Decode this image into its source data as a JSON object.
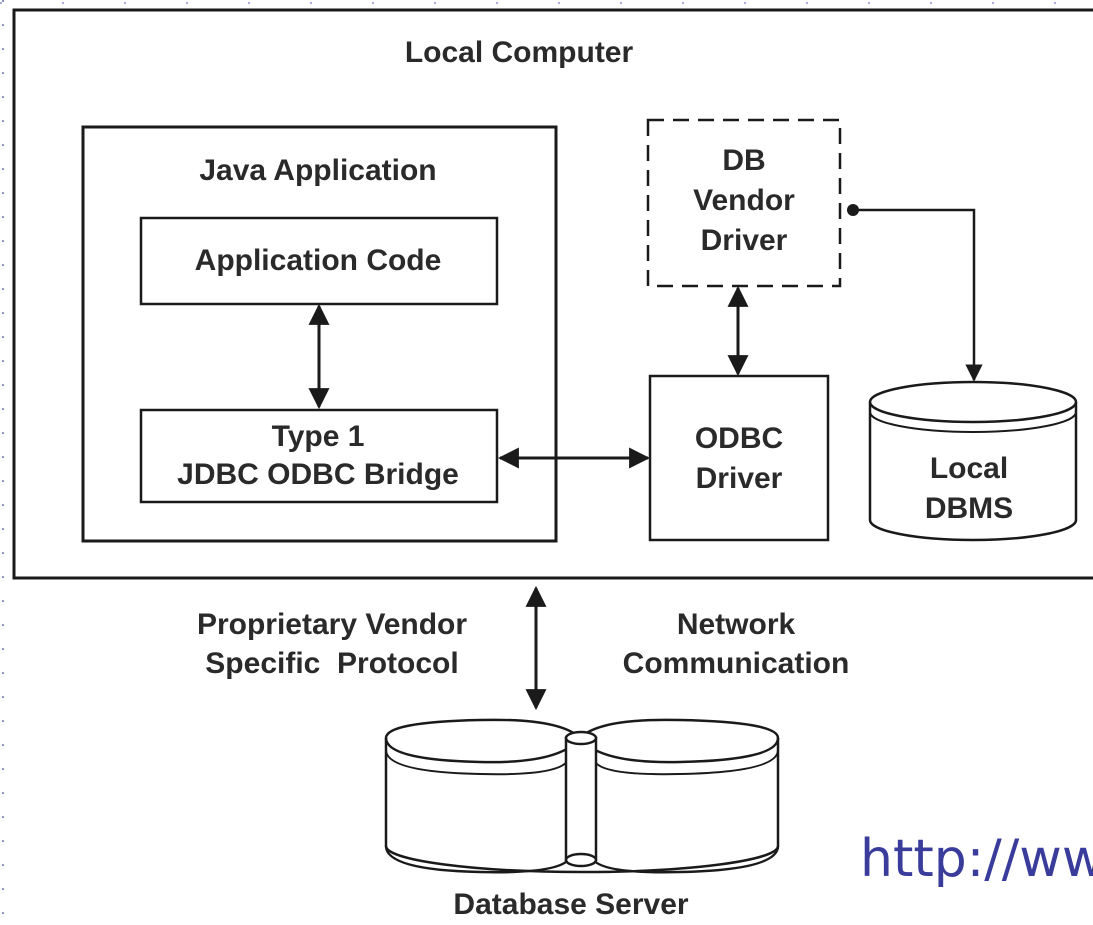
{
  "diagram": {
    "local_computer_label": "Local Computer",
    "java_application_label": "Java Application",
    "application_code_label": "Application Code",
    "bridge_label": [
      "Type 1",
      "JDBC ODBC Bridge"
    ],
    "db_vendor_driver_label": [
      "DB",
      "Vendor",
      "Driver"
    ],
    "odbc_driver_label": [
      "ODBC",
      "Driver"
    ],
    "local_dbms_label": [
      "Local",
      "DBMS"
    ],
    "protocol_label": [
      "Proprietary Vendor",
      "Specific  Protocol"
    ],
    "network_label": [
      "Network",
      "Communication"
    ],
    "database_server_label": "Database Server"
  },
  "footer": {
    "url_text": "http://ww"
  },
  "colors": {
    "stroke": "#1a1a1a",
    "text": "#2a2a2a",
    "url": "#3a3c9c",
    "slide_border": "#8c94c8"
  }
}
